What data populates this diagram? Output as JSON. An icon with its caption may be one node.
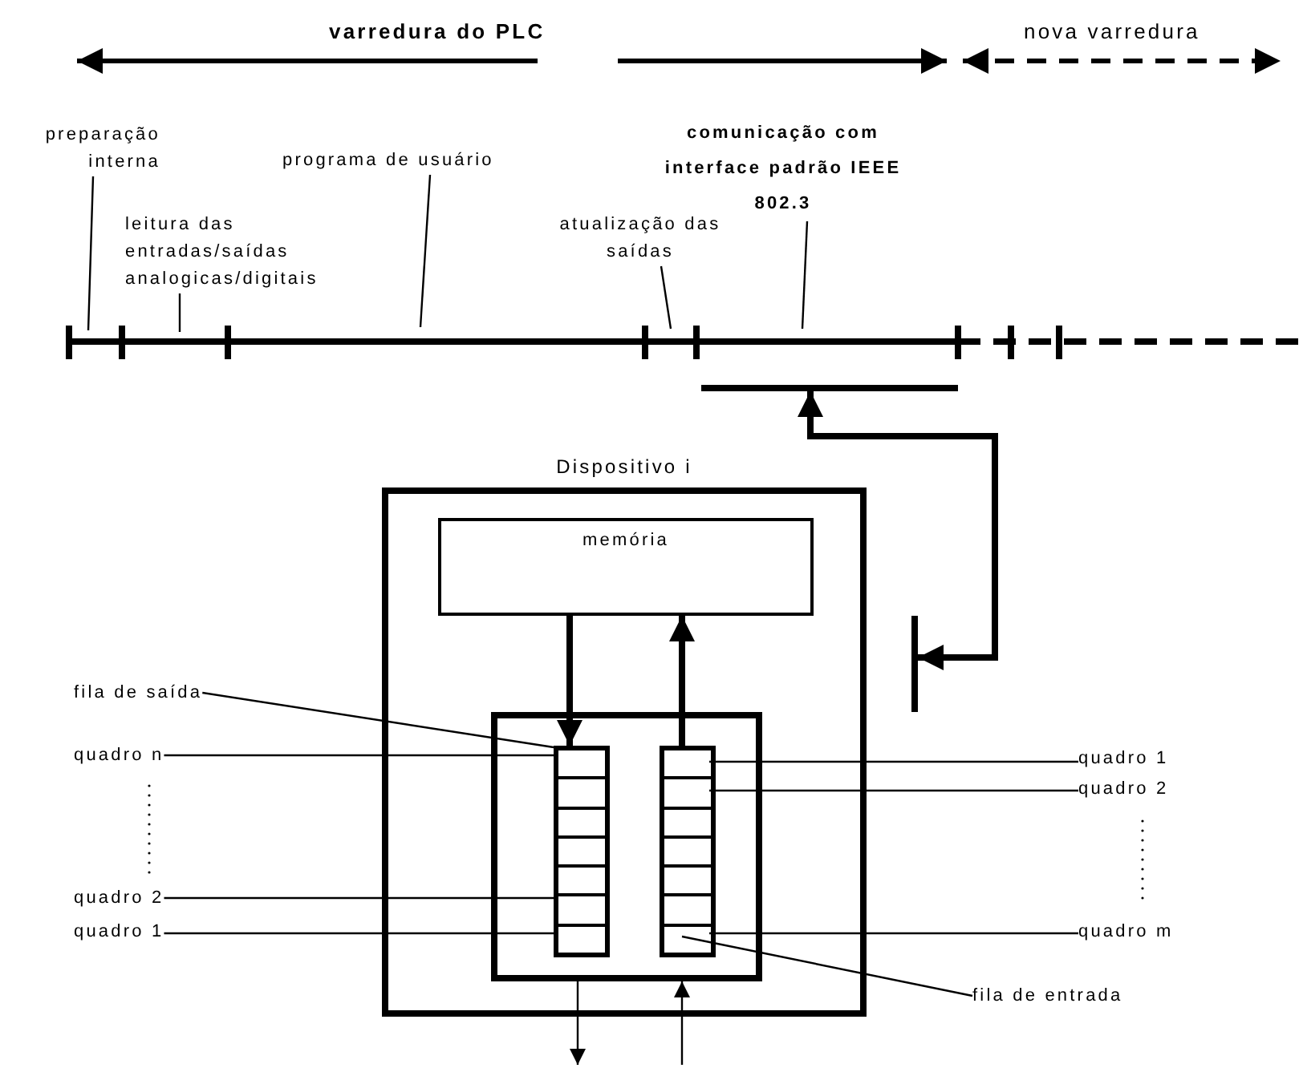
{
  "diagram": {
    "nodes": [
      {
        "text": [
          "preparação interna"
        ]
      },
      {
        "text": [
          "leitura das entradas/saídas analogicas/digitais"
        ]
      },
      {
        "text": [
          "programa de usuário"
        ]
      },
      {
        "text": [
          "atualização das saídas"
        ]
      },
      {
        "text": [
          "comunicação com interface padrão IEEE 802.3"
        ]
      },
      {
        "text": [],
        "shape": "bar"
      },
      {
        "text": [
          "Dispositivo i"
        ]
      },
      {
        "text": [
          "memória"
        ],
        "in": 6
      },
      {
        "text": [],
        "shape": "box",
        "in": 6
      },
      {
        "text": [],
        "shape": "box",
        "in": 8
      },
      {
        "text": [],
        "shape": "box",
        "in": 8
      },
      {
        "text": [],
        "shape": "bar"
      },
      {
        "text": [
          "fila de saída"
        ]
      },
      {
        "text": [
          "quadro n"
        ]
      },
      {
        "text": [
          "quadro 2"
        ]
      },
      {
        "text": [
          "quadro 1"
        ]
      },
      {
        "text": [
          "quadro 1"
        ]
      },
      {
        "text": [
          "quadro 2"
        ]
      },
      {
        "text": [
          "quadro m"
        ]
      },
      {
        "text": [
          "fila de entrada"
        ]
      }
    ],
    "edges": [
      {
        "from": 0,
        "to": null,
        "arrow": "none"
      },
      {
        "from": 1,
        "to": null,
        "arrow": "none"
      },
      {
        "from": 2,
        "to": null,
        "arrow": "none"
      },
      {
        "from": 3,
        "to": null,
        "arrow": "none"
      },
      {
        "from": 4,
        "to": null,
        "arrow": "none"
      },
      {
        "from": 7,
        "to": 9,
        "arrow": "to",
        "style": "thick"
      },
      {
        "from": 10,
        "to": 7,
        "arrow": "to",
        "style": "thick"
      },
      {
        "from": 11,
        "to": 5,
        "arrow": "both",
        "style": "thick"
      },
      {
        "from": 8,
        "to": null,
        "arrow": "to"
      },
      {
        "from": null,
        "to": 8,
        "arrow": "to"
      },
      {
        "from": 12,
        "to": 9,
        "arrow": "none"
      },
      {
        "from": 13,
        "to": 9,
        "arrow": "none"
      },
      {
        "from": 14,
        "to": 9,
        "arrow": "none"
      },
      {
        "from": 15,
        "to": 9,
        "arrow": "none"
      },
      {
        "from": 16,
        "to": 10,
        "arrow": "none"
      },
      {
        "from": 17,
        "to": 10,
        "arrow": "none"
      },
      {
        "from": 18,
        "to": 10,
        "arrow": "none"
      },
      {
        "from": 19,
        "to": 10,
        "arrow": "none"
      }
    ],
    "labels": [
      "varredura do PLC",
      "nova varredura"
    ]
  }
}
